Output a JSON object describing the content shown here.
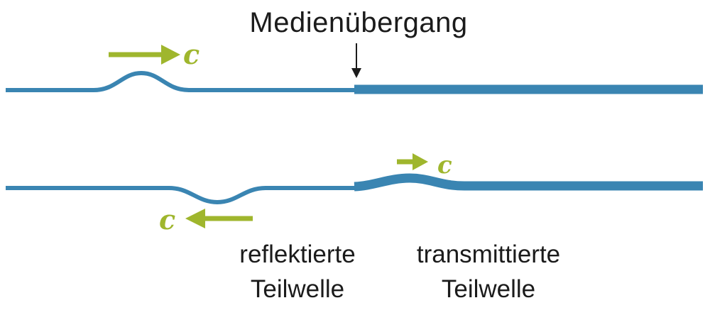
{
  "diagram": {
    "title": "Medienübergang",
    "incident": {
      "speed_label": "c"
    },
    "reflected": {
      "speed_label": "c",
      "caption_line1": "reflektierte",
      "caption_line2": "Teilwelle"
    },
    "transmitted": {
      "speed_label": "c",
      "caption_line1": "transmittierte",
      "caption_line2": "Teilwelle"
    },
    "colors": {
      "wave_blue": "#3a85b2",
      "arrow_green": "#9fb62d",
      "text_black": "#1b1b1b"
    }
  }
}
